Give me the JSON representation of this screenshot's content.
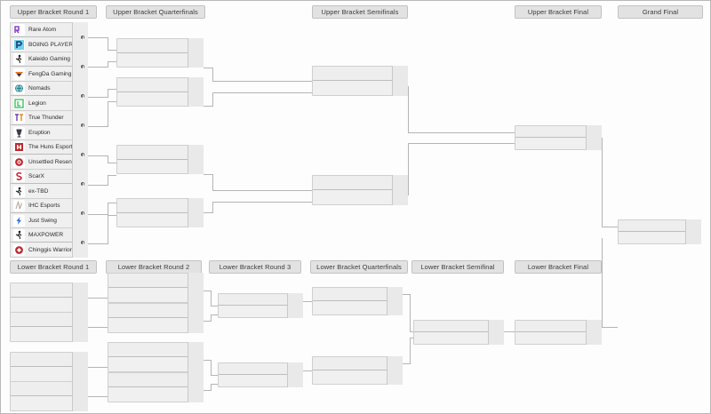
{
  "bracket": {
    "upper_headers": [
      {
        "label": "Upper Bracket Round 1"
      },
      {
        "label": "Upper Bracket Quarterfinals"
      },
      {
        "label": "Upper Bracket Semifinals"
      },
      {
        "label": "Upper Bracket Final"
      },
      {
        "label": "Grand Final"
      }
    ],
    "lower_headers": [
      {
        "label": "Lower Bracket Round 1"
      },
      {
        "label": "Lower Bracket Round 2"
      },
      {
        "label": "Lower Bracket Round 3"
      },
      {
        "label": "Lower Bracket Quarterfinals"
      },
      {
        "label": "Lower Bracket Semifinal"
      },
      {
        "label": "Lower Bracket Final"
      }
    ],
    "upper_round1": [
      {
        "top": {
          "team": "Rare Atom",
          "logo": "rare-atom-logo",
          "score": ""
        },
        "bottom": {
          "team": "BOiING PLAYER",
          "logo": "boiing-player-logo",
          "score": ""
        }
      },
      {
        "top": {
          "team": "Kaleido Gaming",
          "logo": "kaleido-gaming-logo",
          "score": ""
        },
        "bottom": {
          "team": "FengDa Gaming",
          "logo": "fengda-gaming-logo",
          "score": ""
        }
      },
      {
        "top": {
          "team": "Nomads",
          "logo": "nomads-logo",
          "score": ""
        },
        "bottom": {
          "team": "Legion",
          "logo": "legion-logo",
          "score": ""
        }
      },
      {
        "top": {
          "team": "True Thunder",
          "logo": "true-thunder-logo",
          "score": ""
        },
        "bottom": {
          "team": "Eruption",
          "logo": "eruption-logo",
          "score": ""
        }
      },
      {
        "top": {
          "team": "The Huns Esports",
          "logo": "the-huns-esports-logo",
          "score": ""
        },
        "bottom": {
          "team": "Unsettled Resentment",
          "logo": "unsettled-resentment-logo",
          "score": ""
        }
      },
      {
        "top": {
          "team": "ScarX",
          "logo": "scarx-logo",
          "score": ""
        },
        "bottom": {
          "team": "ex-TBD",
          "logo": "ex-tbd-logo",
          "score": ""
        }
      },
      {
        "top": {
          "team": "IHC Esports",
          "logo": "ihc-esports-logo",
          "score": ""
        },
        "bottom": {
          "team": "Just Swing",
          "logo": "just-swing-logo",
          "score": ""
        }
      },
      {
        "top": {
          "team": "MAXPOWER",
          "logo": "maxpower-logo",
          "score": ""
        },
        "bottom": {
          "team": "Chinggis Warriors",
          "logo": "chinggis-warriors-logo",
          "score": ""
        }
      }
    ],
    "empty_slot": {
      "team": "",
      "score": ""
    },
    "colors": {
      "header_bg": "#e2e2e2",
      "match_bg": "#f0f0f0",
      "border": "#cfcfcf",
      "line": "#b5b5b5",
      "score_bg": "#e9e9e9",
      "text": "#2b2b2b"
    }
  }
}
